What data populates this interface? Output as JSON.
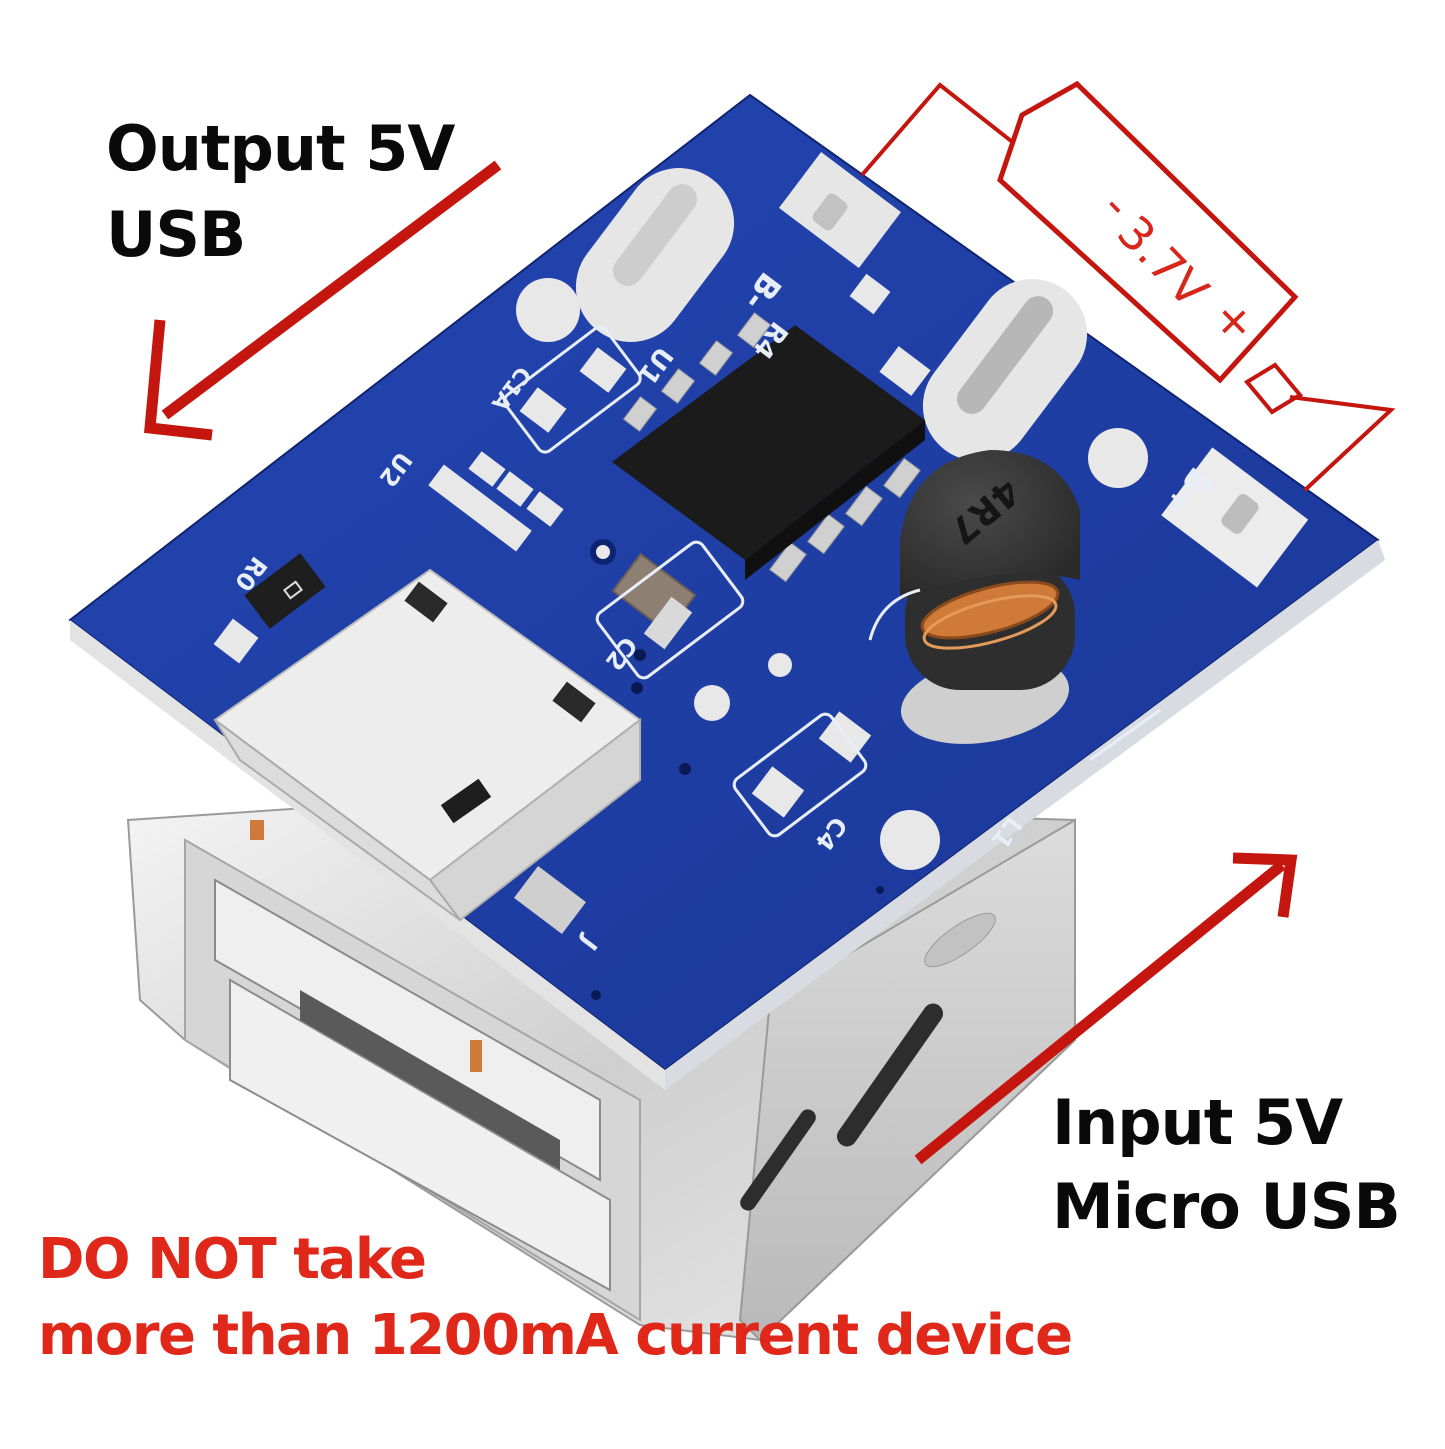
{
  "annotations": {
    "output": {
      "line1": "Output 5V",
      "line2": "USB",
      "arrow_direction": "down-left"
    },
    "input": {
      "line1": "Input 5V",
      "line2": "Micro USB",
      "arrow_direction": "up-right"
    },
    "battery": {
      "minus": "-",
      "voltage": "3.7V",
      "plus": "+"
    },
    "warning": {
      "line1": "DO NOT take",
      "line2": "more than 1200mA current device"
    }
  },
  "board": {
    "silkscreen": {
      "b_minus": "B-",
      "b_plus": "B+",
      "r4": "R4",
      "u1": "U1",
      "c1a": "C1A",
      "u2": "U2",
      "r0": "R0",
      "c2": "C2",
      "c4": "C4",
      "l1": "L1",
      "j": "J"
    },
    "inductor_marking": "4R7",
    "components": [
      "boost-ic-sop8",
      "inductor-4r7",
      "micro-usb-connector",
      "usb-a-female-connector",
      "smd-capacitor"
    ]
  },
  "colors": {
    "pcb_blue": "#1f3ea8",
    "pcb_blue_dark": "#152c86",
    "silkscreen": "#e8eef8",
    "pad_silver": "#e4e4e4",
    "ic_black": "#1b1b1b",
    "inductor_grey": "#3a3a3a",
    "copper": "#d07a3a",
    "annotation_red": "#c4160f",
    "warning_red": "#e0281a",
    "text_black": "#0a0a0a"
  }
}
